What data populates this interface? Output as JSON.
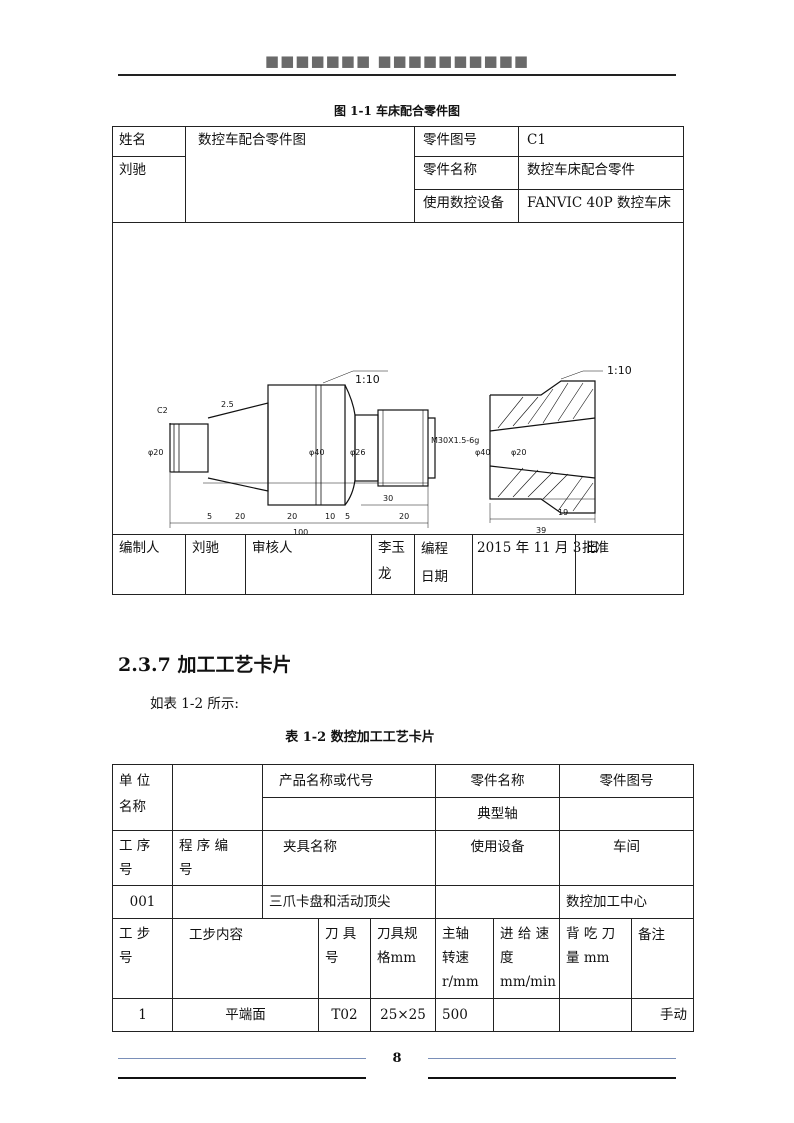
{
  "header": {
    "running_title": "■■■■■■■ ■■■■■■■■■■"
  },
  "figure": {
    "caption": "图 1-1   车床配合零件图",
    "table": {
      "name_label": "姓名",
      "name_value": "刘驰",
      "part_drawing_title": "数控车配合零件图",
      "part_no_label": "零件图号",
      "part_no_value": "C1",
      "part_name_label": "零件名称",
      "part_name_value": "数控车床配合零件",
      "equipment_label": "使用数控设备",
      "equipment_value": "FANVIC 40P 数控车床",
      "compiler_label": "编制人",
      "compiler_value": "刘驰",
      "reviewer_label": "审核人",
      "reviewer_value": "李玉龙",
      "date_label_1": "编程",
      "date_label_2": "日期",
      "date_value": "2015 年 11 月 3 日",
      "approve_label": "批准"
    },
    "drawing": {
      "taper_left": "1:10",
      "taper_right": "1:10",
      "dims": [
        "C2",
        "2.5",
        "φ20",
        "φ40",
        "φ26",
        "M30X1.5-6g",
        "5",
        "20",
        "20",
        "10",
        "5",
        "20",
        "30",
        "100",
        "φ40",
        "φ20",
        "19",
        "39"
      ]
    }
  },
  "section": {
    "number_title": "2.3.7 加工工艺卡片",
    "intro": "如表 1-2 所示:"
  },
  "process_card": {
    "caption": "表 1-2   数控加工工艺卡片",
    "r1": {
      "unit_label": "单  位\n名称",
      "product_label": "产品名称或代号",
      "part_name_label": "零件名称",
      "part_no_label": "零件图号"
    },
    "r2": {
      "part_name_value": "典型轴"
    },
    "r3": {
      "step_label": "工  序\n号",
      "program_label": "程 序 编\n号",
      "fixture_label": "夹具名称",
      "equipment_label": "使用设备",
      "workshop_label": "车间"
    },
    "r4": {
      "step_value": "001",
      "fixture_value": "三爪卡盘和活动顶尖",
      "workshop_value": "数控加工中心"
    },
    "columns": {
      "step_no": "工 步\n号",
      "content": "工步内容",
      "tool_no": "刀 具\n号",
      "tool_spec": "刀具规\n格mm",
      "spindle": "主轴\n转速\nr/mm",
      "feed": "进 给 速\n度\nmm/min",
      "depth": "背 吃 刀\n量 mm",
      "remark": "备注"
    },
    "rows": [
      {
        "step": "1",
        "content": "平端面",
        "tool": "T02",
        "spec": "25×25",
        "speed": "500",
        "feed": "",
        "depth": "",
        "remark": "手动"
      }
    ]
  },
  "footer": {
    "page_number": "8"
  }
}
